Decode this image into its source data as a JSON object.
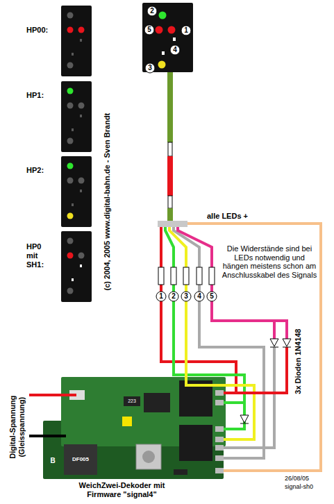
{
  "diagram": {
    "nodes": [
      {
        "text": [
          "HP00:"
        ]
      },
      {
        "text": [
          "HP1:"
        ]
      },
      {
        "text": [
          "HP2:"
        ]
      },
      {
        "text": [
          "HP0 mit SH1:"
        ]
      },
      {
        "text": [
          "WeichZwei-Dekoder mit Firmware \"signal4\""
        ]
      }
    ],
    "labels": [
      "2",
      "5",
      "1",
      "4",
      "3",
      "(c) 2004, 2005 www.digital-bahn.de - Sven Brandt",
      "alle LEDs +",
      "1",
      "2",
      "3",
      "4",
      "5",
      "Die Widerstände sind bei LEDs notwendig und hängen meistens schon am Anschlusskabel des Signals",
      "3x Dioden 1N4148",
      "Digital-Spannung (Gleisspannung)",
      "223",
      "DF005",
      "B",
      "26/08/05",
      "signal-sh0"
    ]
  }
}
